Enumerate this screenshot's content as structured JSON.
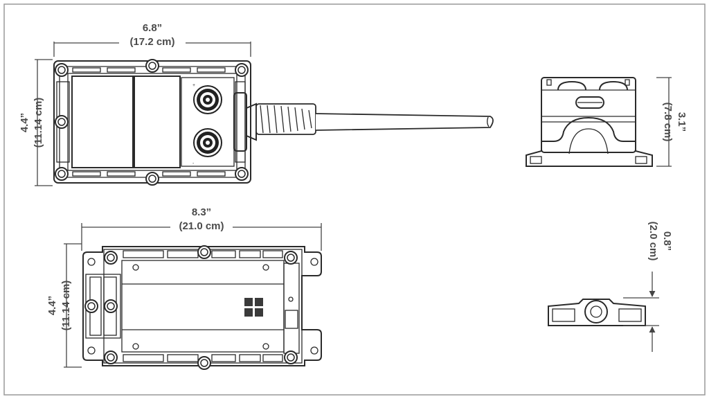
{
  "labels": {
    "top_width_in": "6.8”",
    "top_width_cm": "(17.2 cm)",
    "top_height_in": "4.4”",
    "top_height_cm": "(11.14 cm)",
    "side_height_in": "3.1”",
    "side_height_cm": "(7.8 cm)",
    "bottom_width_in": "8.3”",
    "bottom_width_cm": "(21.0 cm)",
    "bottom_height_in": "4.4”",
    "bottom_height_cm": "(11.14 cm)",
    "thickness_in": "0.8”",
    "thickness_cm": "(2.0 cm)"
  }
}
